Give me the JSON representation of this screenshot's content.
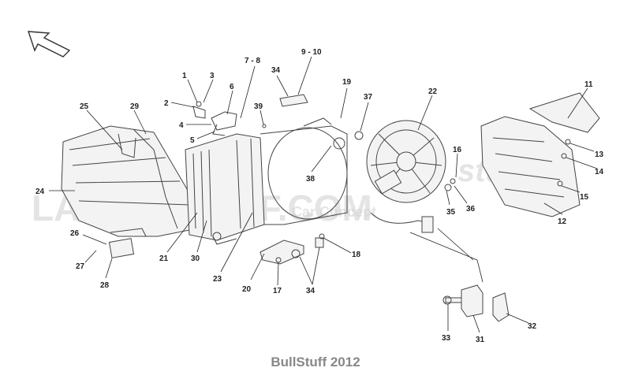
{
  "diagram": {
    "watermark_text": "LAMBOSTUFF.COM",
    "watermark_sub": "Car Concept",
    "watermark_script": "stuff",
    "footer": "BullStuff 2012",
    "labels": [
      "1",
      "2",
      "3",
      "4",
      "5",
      "6",
      "7 - 8",
      "9 - 10",
      "11",
      "12",
      "13",
      "14",
      "15",
      "16",
      "17",
      "18",
      "19",
      "20",
      "21",
      "22",
      "23",
      "24",
      "25",
      "26",
      "27",
      "28",
      "29",
      "30",
      "31",
      "32",
      "33",
      "34",
      "34",
      "35",
      "36",
      "37",
      "38",
      "39"
    ]
  }
}
